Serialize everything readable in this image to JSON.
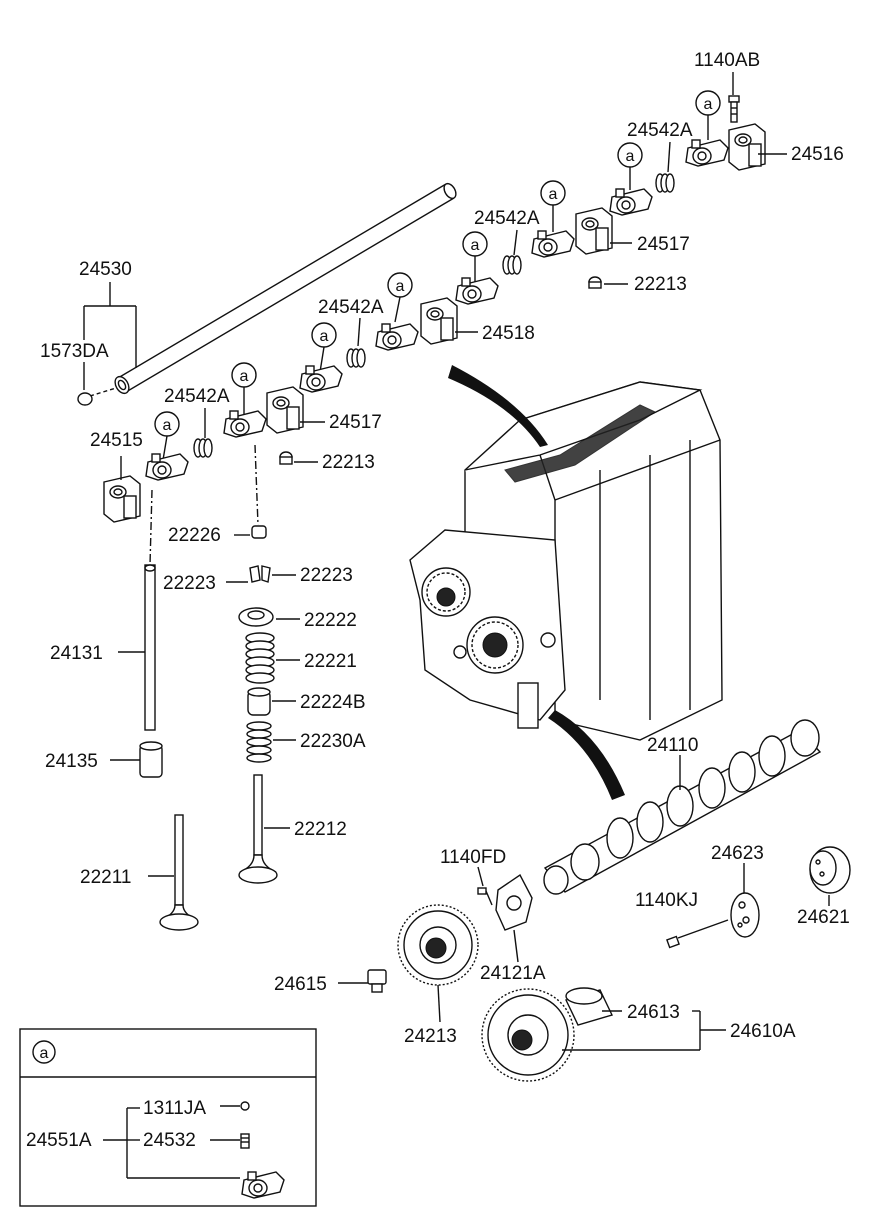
{
  "labels": {
    "l_1140AB": "1140AB",
    "l_24542A_1": "24542A",
    "l_24516": "24516",
    "l_24542A_2": "24542A",
    "l_24517_top": "24517",
    "l_22213_top": "22213",
    "l_24530": "24530",
    "l_1573DA": "1573DA",
    "l_24542A_3": "24542A",
    "l_24518": "24518",
    "l_24542A_4": "24542A",
    "l_24517_mid": "24517",
    "l_24515": "24515",
    "l_22213_mid": "22213",
    "l_22226": "22226",
    "l_22223_left": "22223",
    "l_22223_right": "22223",
    "l_22222": "22222",
    "l_24131": "24131",
    "l_22221": "22221",
    "l_22224B": "22224B",
    "l_22230A": "22230A",
    "l_24135": "24135",
    "l_24110": "24110",
    "l_22212": "22212",
    "l_1140FD": "1140FD",
    "l_24623": "24623",
    "l_22211": "22211",
    "l_1140KJ": "1140KJ",
    "l_24621": "24621",
    "l_24121A": "24121A",
    "l_24615": "24615",
    "l_24613": "24613",
    "l_24610A": "24610A",
    "l_24213": "24213"
  },
  "callout_letter": "a",
  "legend": {
    "marker": "a",
    "parent": "24551A",
    "children": [
      "1311JA",
      "24532"
    ]
  }
}
